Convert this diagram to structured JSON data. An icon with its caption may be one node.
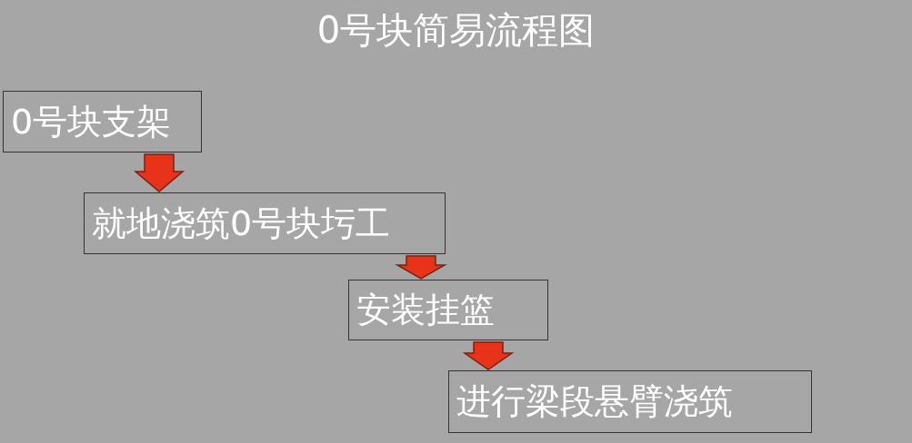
{
  "diagram": {
    "title": "0号块简易流程图",
    "nodes": [
      {
        "text": [
          "0号块支架"
        ]
      },
      {
        "text": [
          "就地浇筑0号块圬工"
        ]
      },
      {
        "text": [
          "安装挂篮"
        ]
      },
      {
        "text": [
          "进行梁段悬臂浇筑"
        ]
      }
    ],
    "edges": [
      {
        "from": 0,
        "to": 1,
        "arrow": "to"
      },
      {
        "from": 1,
        "to": 2,
        "arrow": "to"
      },
      {
        "from": 2,
        "to": 3,
        "arrow": "to"
      }
    ]
  }
}
